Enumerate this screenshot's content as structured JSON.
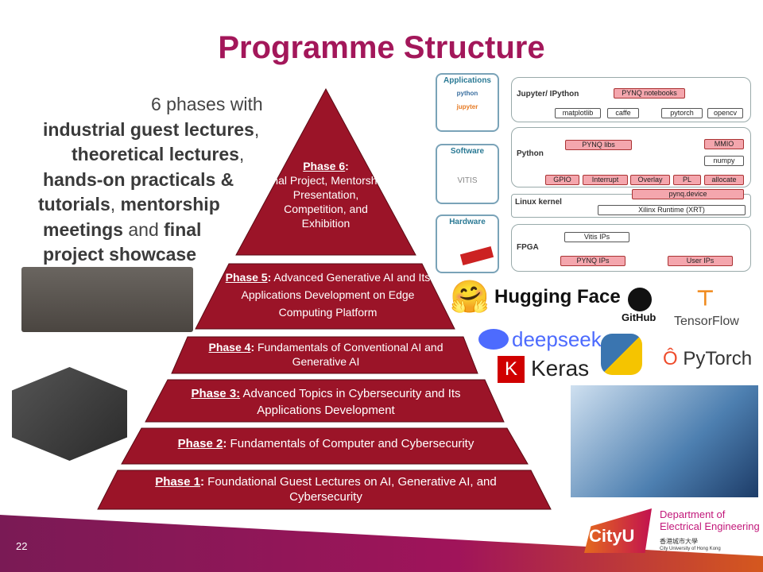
{
  "title": "Programme Structure",
  "intro": {
    "line1": "6 phases with",
    "b1": "industrial guest lectures",
    "s1": ",",
    "b2": "theoretical lectures",
    "s2": ",",
    "b3": "hands-on practicals &",
    "b4": "tutorials",
    "s3": ",",
    "b5": "mentorship",
    "b6": "meetings",
    "s4": " and ",
    "b7": "final",
    "b8": "project showcase"
  },
  "phases": [
    {
      "label": "Phase 6",
      "sep": ":",
      "desc": "Final Project, Mentorship, Presentation, Competition, and Exhibition"
    },
    {
      "label": "Phase 5",
      "sep": ":",
      "desc": " Advanced Generative AI and Its Applications Development on Edge Computing Platform"
    },
    {
      "label": "Phase 4",
      "sep": ":",
      "desc": " Fundamentals of Conventional AI and Generative AI"
    },
    {
      "label": "Phase 3:",
      "sep": "",
      "desc": " Advanced Topics in Cybersecurity and Its Applications Development"
    },
    {
      "label": "Phase 2",
      "sep": ":",
      "desc": " Fundamentals of Computer and Cybersecurity"
    },
    {
      "label": "Phase 1",
      "sep": ":",
      "desc": " Foundational Guest Lectures on AI, Generative AI, and Cybersecurity"
    }
  ],
  "pynq": {
    "side": [
      "Applications",
      "Software",
      "Hardware"
    ],
    "side_logos": [
      "python",
      "jupyter",
      "VITIS"
    ],
    "layers": [
      "Jupyter/ IPython",
      "Python",
      "Linux kernel",
      "FPGA"
    ],
    "chips": {
      "notebooks": "PYNQ notebooks",
      "matplotlib": "matplotlib",
      "caffe": "caffe",
      "pytorch": "pytorch",
      "opencv": "opencv",
      "libs": "PYNQ libs",
      "mmio": "MMIO",
      "numpy": "numpy",
      "gpio": "GPIO",
      "interrupt": "Interrupt",
      "overlay": "Overlay",
      "pl": "PL",
      "allocate": "allocate",
      "device": "pynq.device",
      "xrt": "Xilinx Runtime (XRT)",
      "vitis": "Vitis IPs",
      "pynqips": "PYNQ IPs",
      "userips": "User IPs"
    }
  },
  "logos": {
    "hf": "Hugging Face",
    "github": "GitHub",
    "tf": "TensorFlow",
    "deepseek": "deepseek",
    "keras": "Keras",
    "keras_k": "K",
    "pytorch": "PyTorch"
  },
  "cityu": {
    "logo": "CityU",
    "dept1": "Department of",
    "dept2": "Electrical Engineering",
    "chinese": "香港城市大學",
    "english": "City University of Hong Kong"
  },
  "page_number": "22",
  "colors": {
    "title": "#a3175a",
    "tier": "#9b1428"
  }
}
